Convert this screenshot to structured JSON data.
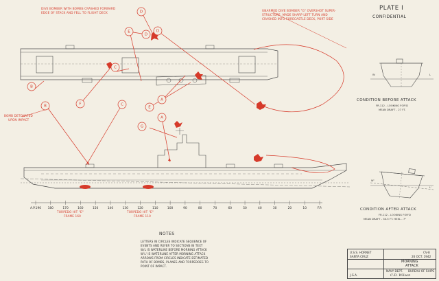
{
  "plate": {
    "title": "PLATE I",
    "classification": "CONFIDENTIAL"
  },
  "annotations": {
    "dive_bomber_top": [
      "DIVE BOMBER WITH BOMBS CRASHED FORWARD",
      "EDGE OF STACK AND FELL TO FLIGHT DECK"
    ],
    "unarmed_dive_bomber": [
      "UNARMED DIVE BOMBER \"G\" OVERSHOT SUPER-",
      "STRUCTURE, MADE SHARP LEFT TURN AND",
      "CRASHED INTO FORECASTLE DECK, PORT SIDE"
    ],
    "bomb_detonated": [
      "BOMB DETONATED",
      "UPON IMPACT"
    ],
    "torpedo_e": [
      "TORPEDO HIT \"E\"",
      "FRAME 160"
    ],
    "torpedo_e_right": [
      "TORPEDO HIT \"E\"",
      "FRAME 110"
    ]
  },
  "conditions": {
    "before": {
      "title": "CONDITION BEFORE ATTACK",
      "line1": "FR.112 - LOOKING FOR'D",
      "line2": "MEAN DRAFT - 27 FT."
    },
    "after": {
      "title": "CONDITION AFTER ATTACK",
      "line1": "FR.112 - LOOKING FOR'D",
      "line2": "MEAN DRAFT - 30.5 FT. HEEL - 7°"
    },
    "wl_label": "W",
    "wl_prime_label": "W'",
    "l_label": "L",
    "l_prime_label": "L'"
  },
  "scale": {
    "ticks": [
      "A.P.190",
      "180",
      "170",
      "160",
      "150",
      "140",
      "130",
      "120",
      "110",
      "100",
      "90",
      "80",
      "70",
      "60",
      "50",
      "40",
      "30",
      "20",
      "10",
      "F.P."
    ]
  },
  "notes": {
    "title": "NOTES",
    "lines": [
      "LETTERS IN CIRCLES INDICATE SEQUENCE OF",
      "EVENTS AND REFER TO SECTIONS IN TEXT",
      "W/L IS WATERLINE BEFORE MORNING ATTACK",
      "W'L' IS WATERLINE AFTER MORNING ATTACK",
      "ARROWS FROM CIRCLES INDICATE ESTIMATED",
      "PATH OF BOMBS, PLANES AND TORPEDOES TO",
      "POINT OF IMPACT."
    ]
  },
  "title_block": {
    "ship": "U.S.S. HORNET",
    "hull": "CV-8",
    "place": "SANTA CRUZ",
    "date": "26 OCT. 1942",
    "attack1": "MORNING",
    "attack2": "ATTACK",
    "dept": "NAVY DEPT.",
    "bureau": "BUREAU OF SHIPS",
    "initials": "J.G.A.",
    "signature": "C.D. Wilson"
  },
  "callouts": [
    "A",
    "B",
    "C",
    "D",
    "E",
    "F",
    "G"
  ],
  "colors": {
    "paper": "#f3efe4",
    "ink": "#2f2f2f",
    "red": "#d63a2a"
  }
}
